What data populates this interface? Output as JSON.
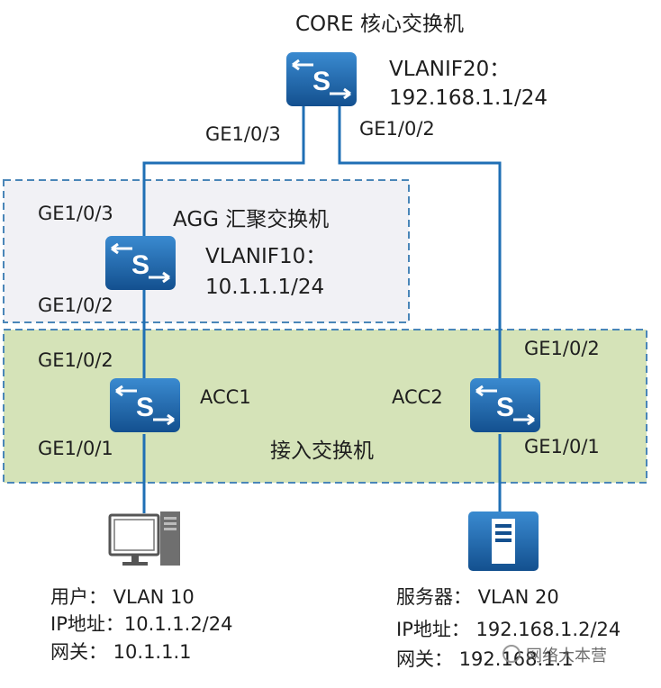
{
  "core": {
    "title": "CORE  核心交换机",
    "vlanif_label": "VLANIF20：",
    "vlanif_ip": "192.168.1.1/24",
    "port_left": "GE1/0/3",
    "port_right": "GE1/0/2",
    "switch_letter": "S"
  },
  "agg": {
    "title": "AGG  汇聚交换机",
    "vlanif_label": "VLANIF10：",
    "vlanif_ip": "10.1.1.1/24",
    "port_top": "GE1/0/3",
    "port_bottom": "GE1/0/2",
    "switch_letter": "S"
  },
  "access": {
    "zone_label": "接入交换机",
    "acc1": {
      "name": "ACC1",
      "port_top": "GE1/0/2",
      "port_bottom": "GE1/0/1",
      "switch_letter": "S"
    },
    "acc2": {
      "name": "ACC2",
      "port_top": "GE1/0/2",
      "port_bottom": "GE1/0/1",
      "switch_letter": "S"
    }
  },
  "user": {
    "line1": "用户：  VLAN 10",
    "line2": "IP地址：10.1.1.2/24",
    "line3": "网关：  10.1.1.1"
  },
  "server": {
    "line1": "服务器：  VLAN 20",
    "line2": "IP地址：  192.168.1.2/24",
    "line3": "网关：  192.168.1.1"
  },
  "watermark": "网络大本营",
  "colors": {
    "switch_top": "#2f7cc2",
    "switch_bottom": "#14508f",
    "link": "#1f6fb5",
    "agg_zone_fill": "#f1f1f5",
    "access_zone_fill": "#d5e3b8",
    "zone_border": "#4a86b8"
  }
}
